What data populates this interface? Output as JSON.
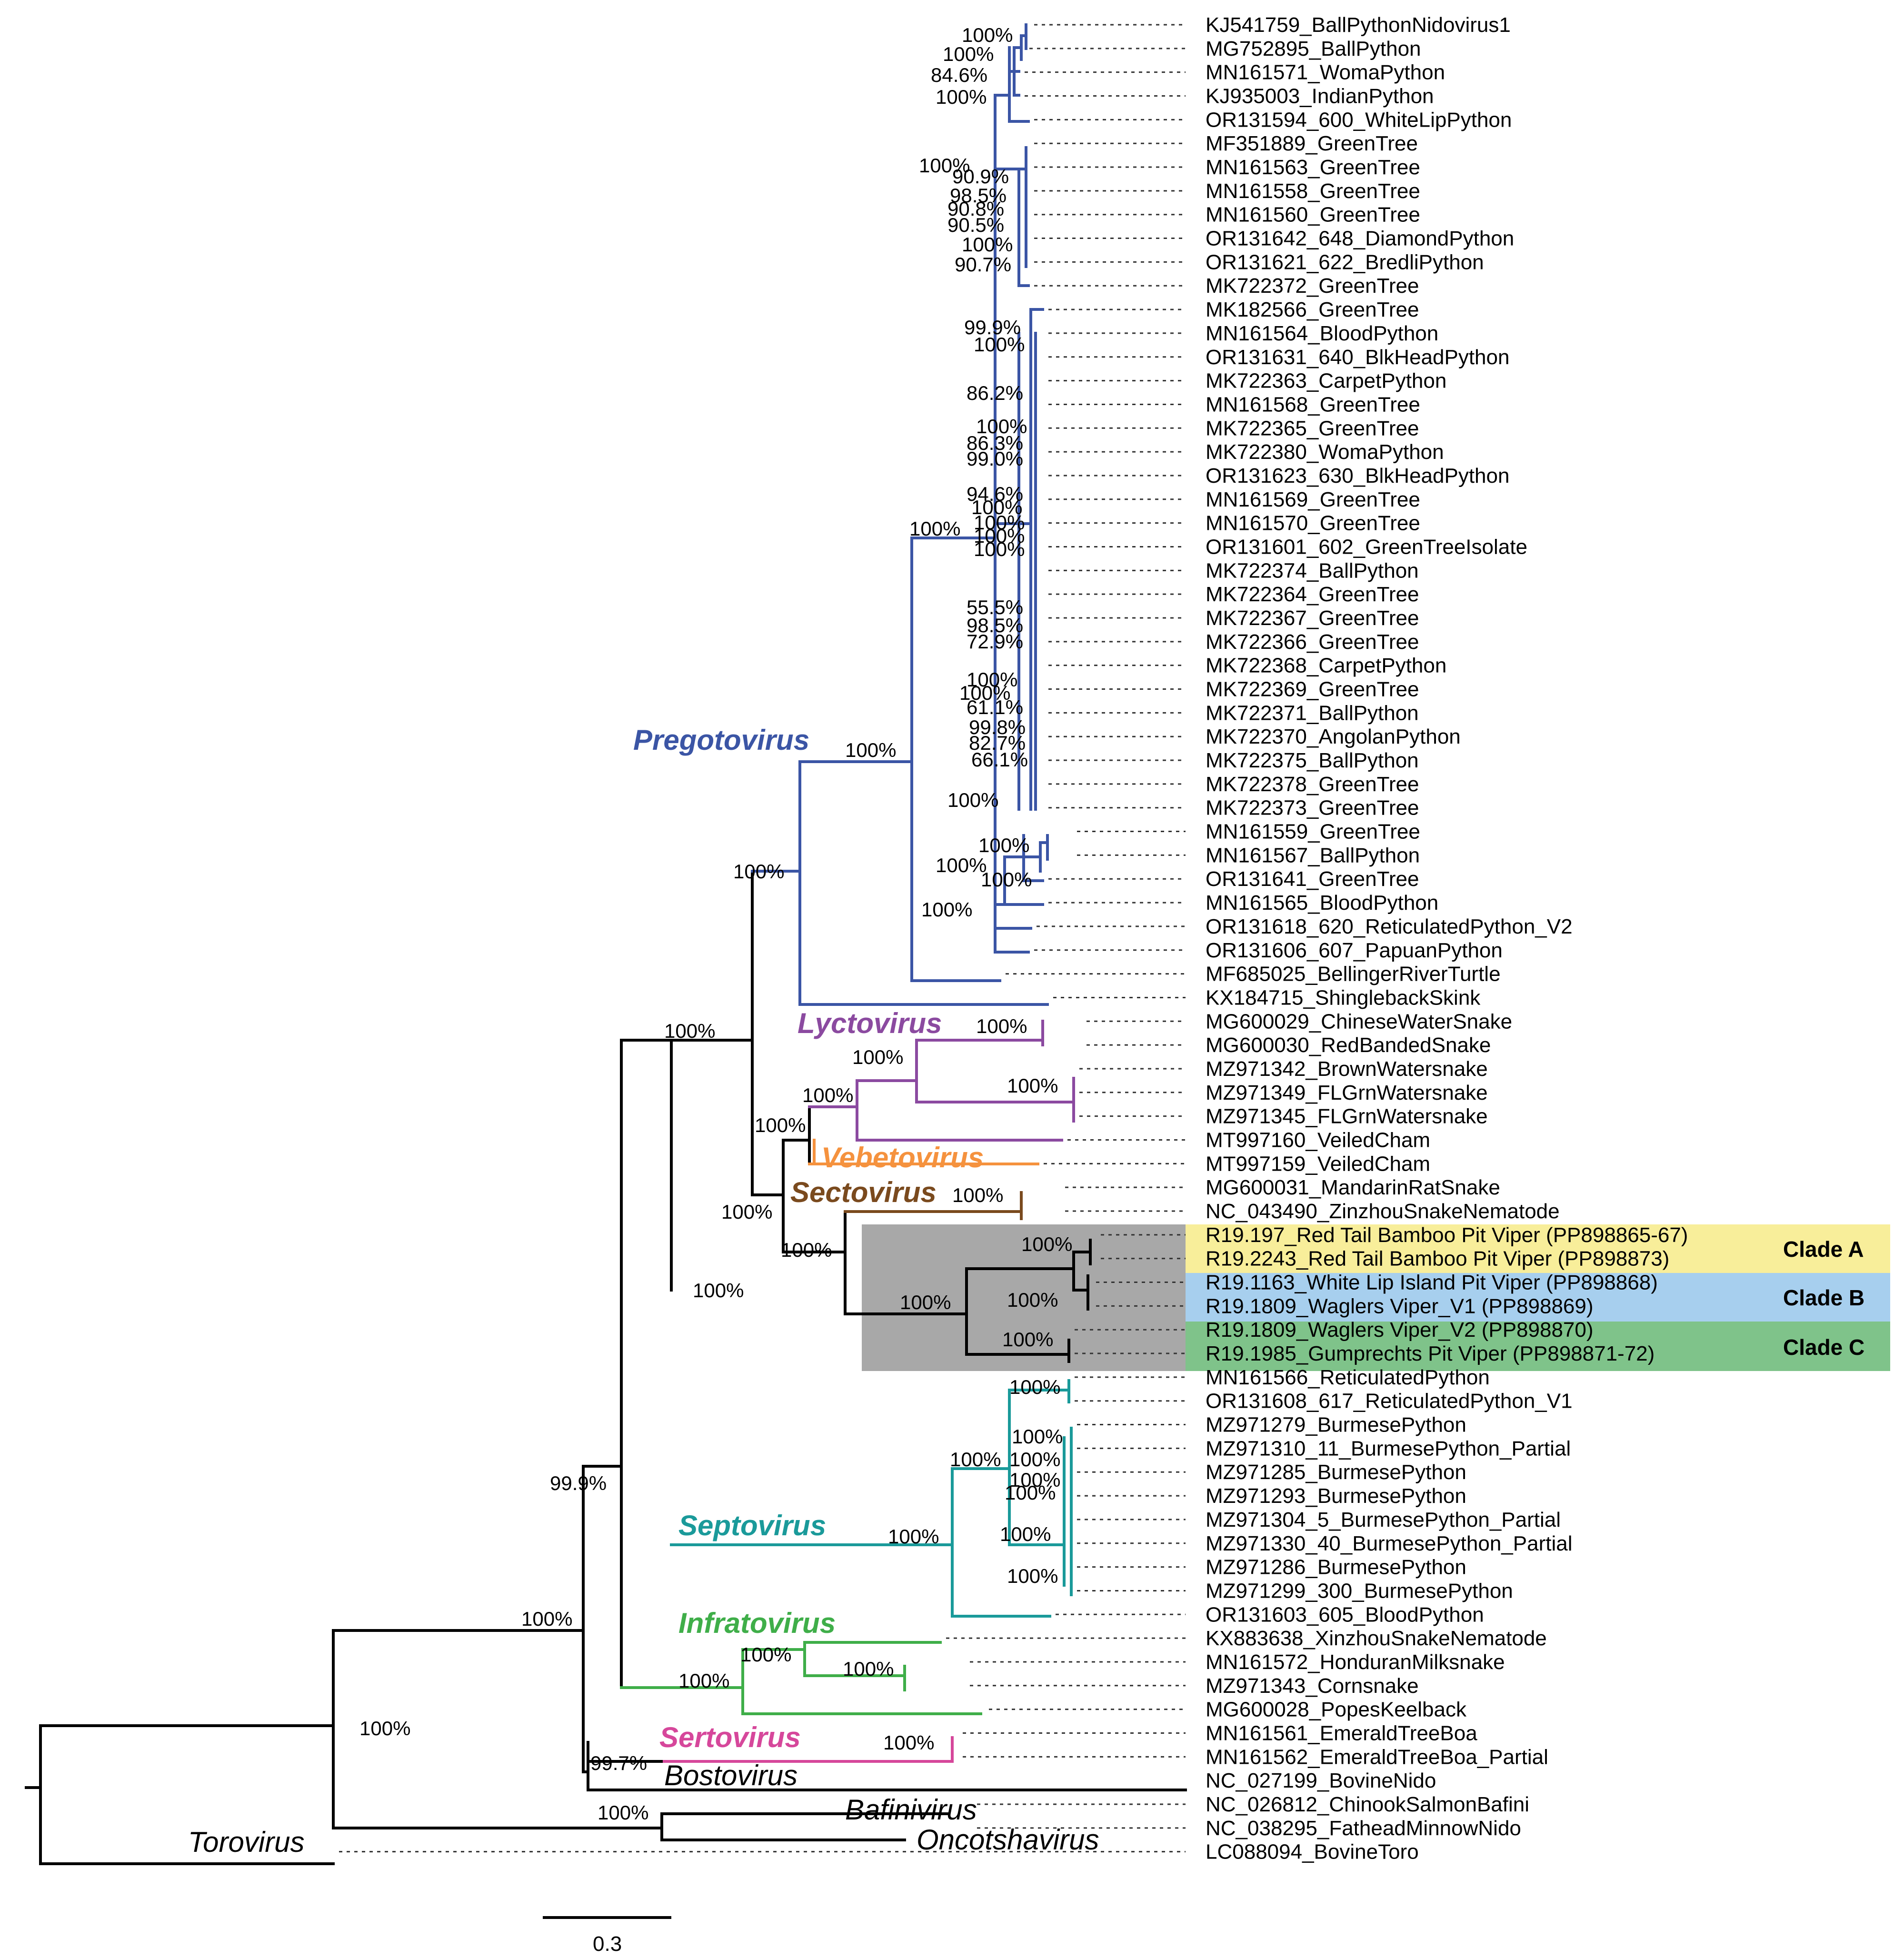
{
  "colors": {
    "pregotovirus": "#3b55a5",
    "lyctovirus": "#8b4aa0",
    "vebetovirus": "#f5923e",
    "sectovirus": "#7a4a1e",
    "septovirus": "#1a9a9a",
    "infratovirus": "#3fae49",
    "sertovirus": "#d6479b",
    "black": "#000000",
    "clade_shade": "#a8a8a8",
    "clade_a": "#f8ee9a",
    "clade_b": "#a7cfee",
    "clade_c": "#7fc38a"
  },
  "taxa": [
    "KJ541759_BallPythonNidovirus1",
    "MG752895_BallPython",
    "MN161571_WomaPython",
    "KJ935003_IndianPython",
    "OR131594_600_WhiteLipPython",
    "MF351889_GreenTree",
    "MN161563_GreenTree",
    "MN161558_GreenTree",
    "MN161560_GreenTree",
    "OR131642_648_DiamondPython",
    "OR131621_622_BredliPython",
    "MK722372_GreenTree",
    "MK182566_GreenTree",
    "MN161564_BloodPython",
    "OR131631_640_BlkHeadPython",
    "MK722363_CarpetPython",
    "MN161568_GreenTree",
    "MK722365_GreenTree",
    "MK722380_WomaPython",
    "OR131623_630_BlkHeadPython",
    "MN161569_GreenTree",
    "MN161570_GreenTree",
    "OR131601_602_GreenTreeIsolate",
    "MK722374_BallPython",
    "MK722364_GreenTree",
    "MK722367_GreenTree",
    "MK722366_GreenTree",
    "MK722368_CarpetPython",
    "MK722369_GreenTree",
    "MK722371_BallPython",
    "MK722370_AngolanPython",
    "MK722375_BallPython",
    "MK722378_GreenTree",
    "MK722373_GreenTree",
    "MN161559_GreenTree",
    "MN161567_BallPython",
    "OR131641_GreenTree",
    "MN161565_BloodPython",
    "OR131618_620_ReticulatedPython_V2",
    "OR131606_607_PapuanPython",
    "MF685025_BellingerRiverTurtle",
    "KX184715_ShinglebackSkink",
    "MG600029_ChineseWaterSnake",
    "MG600030_RedBandedSnake",
    "MZ971342_BrownWatersnake",
    "MZ971349_FLGrnWatersnake",
    "MZ971345_FLGrnWatersnake",
    "MT997160_VeiledCham",
    "MT997159_VeiledCham",
    "MG600031_MandarinRatSnake",
    "NC_043490_ZinzhouSnakeNematode",
    "R19.197_Red Tail Bamboo Pit Viper (PP898865-67)",
    "R19.2243_Red Tail Bamboo Pit Viper (PP898873)",
    "R19.1163_White Lip Island Pit Viper (PP898868)",
    "R19.1809_Waglers Viper_V1 (PP898869)",
    "R19.1809_Waglers Viper_V2 (PP898870)",
    "R19.1985_Gumprechts Pit Viper (PP898871-72)",
    "MN161566_ReticulatedPython",
    "OR131608_617_ReticulatedPython_V1",
    "MZ971279_BurmesePython",
    "MZ971310_11_BurmesePython_Partial",
    "MZ971285_BurmesePython",
    "MZ971293_BurmesePython",
    "MZ971304_5_BurmesePython_Partial",
    "MZ971330_40_BurmesePython_Partial",
    "MZ971286_BurmesePython",
    "MZ971299_300_BurmesePython",
    "OR131603_605_BloodPython",
    "KX883638_XinzhouSnakeNematode",
    "MN161572_HonduranMilksnake",
    "MZ971343_Cornsnake",
    "MG600028_PopesKeelback",
    "MN161561_EmeraldTreeBoa",
    "MN161562_EmeraldTreeBoa_Partial",
    "NC_027199_BovineNido",
    "NC_026812_ChinookSalmonBafini",
    "NC_038295_FatheadMinnowNido",
    "LC088094_BovineToro"
  ],
  "genera": {
    "pregotovirus": "Pregotovirus",
    "lyctovirus": "Lyctovirus",
    "vebetovirus": "Vebetovirus",
    "sectovirus": "Sectovirus",
    "septovirus": "Septovirus",
    "infratovirus": "Infratovirus",
    "sertovirus": "Sertovirus",
    "bostovirus": "Bostovirus",
    "bafinivirus": "Bafinivirus",
    "oncotshavirus": "Oncotshavirus",
    "torovirus": "Torovirus"
  },
  "clades": {
    "a": "Clade A",
    "b": "Clade B",
    "c": "Clade C"
  },
  "scale": {
    "label": "0.3"
  },
  "bootstrap": {
    "root_inner": "100%",
    "outer": "100%",
    "b999": "99.9%",
    "b997": "99.7%",
    "big": "100%",
    "snake": "100%",
    "prego_outer": "100%",
    "prego_main": "100%",
    "prego_core": "100%",
    "lyc_group": "100%",
    "lyc_veb": "100%",
    "lyc_main": "100%",
    "lyc_top": "100%",
    "lyc_water": "100%",
    "sect_group": "100%",
    "sect_main": "100%",
    "sect_viper": "100%",
    "clade_ab": "100%",
    "clade_a": "100%",
    "clade_b": "100%",
    "clade_c": "100%",
    "sept_main": "100%",
    "sept_burm": "100%",
    "sept_retic": "100%",
    "sept_b1": "100%",
    "sept_b2": "100%",
    "sept_b3": "100%",
    "sept_b4": "100%",
    "sept_b5": "100%",
    "sept_b6": "100%",
    "infra_main": "100%",
    "infra_sub": "100%",
    "infra_col": "100%",
    "serto": "100%",
    "bafini": "100%",
    "pt_100a": "100%",
    "pt_100b": "100%",
    "pt_846": "84.6%",
    "pt_100c": "100%",
    "gt_100": "100%",
    "gt_909": "90.9%",
    "gt_985": "98.5%",
    "gt_908": "90.8%",
    "gt_905": "90.5%",
    "gt_100b": "100%",
    "gt_907": "90.7%",
    "m_999": "99.9%",
    "m_100": "100%",
    "m_862": "86.2%",
    "m_100b": "100%",
    "m_863": "86.3%",
    "m_990": "99.0%",
    "m_946": "94.6%",
    "m_100c": "100%",
    "m_100d": "100%",
    "m_100e": "100%",
    "m_555": "55.5%",
    "m_985": "98.5%",
    "m_729": "72.9%",
    "m_100f": "100%",
    "m_100g": "100%",
    "m_611": "61.1%",
    "m_998": "99.8%",
    "m_827": "82.7%",
    "m_661": "66.1%",
    "m_100h": "100%",
    "m_100i": "100%",
    "m_100j": "100%",
    "m_100k": "100%",
    "m_100l": "100%"
  }
}
